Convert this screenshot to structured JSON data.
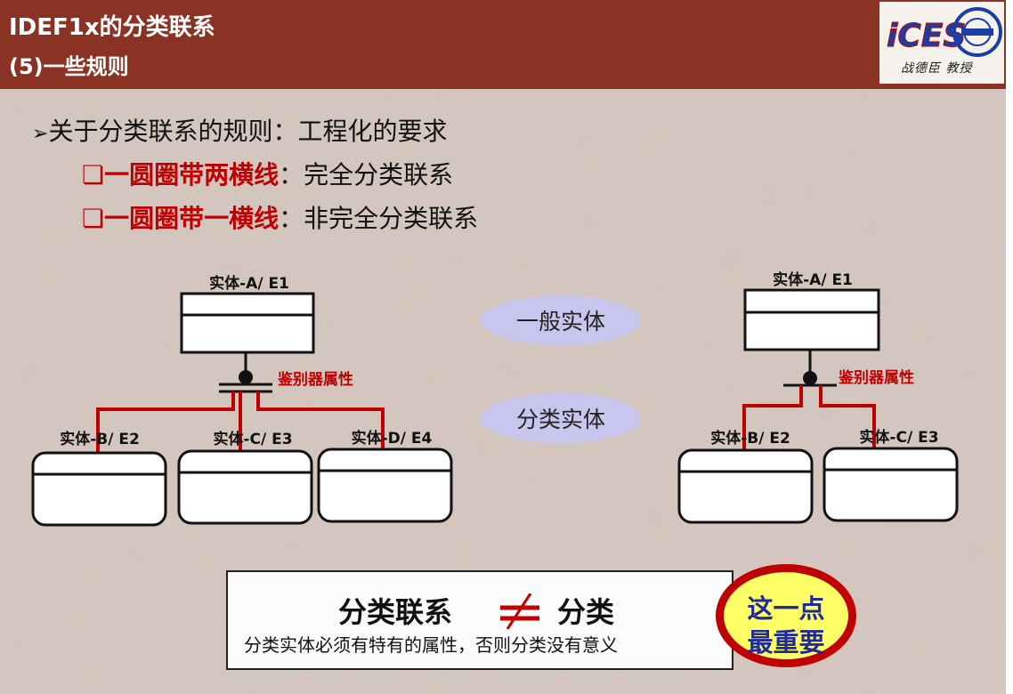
{
  "header": {
    "title_line1": "IDEF1x的分类联系",
    "title_line2": "(5)一些规则",
    "logo_text": "iCES",
    "author": "战德臣 教授"
  },
  "content": {
    "rule_intro": "关于分类联系的规则：工程化的要求",
    "rules": [
      {
        "bold": "一圆圈带两横线",
        "rest": "：完全分类联系"
      },
      {
        "bold": "一圆圈带一横线",
        "rest": "：非完全分类联系"
      }
    ]
  },
  "diagram": {
    "left": {
      "general_entity": "实体-A/ E1",
      "discriminator": "鉴别器属性",
      "categories": [
        "实体-B/ E2",
        "实体-C/ E3",
        "实体-D/ E4"
      ]
    },
    "right": {
      "general_entity": "实体-A/ E1",
      "discriminator": "鉴别器属性",
      "categories": [
        "实体-B/ E2",
        "实体-C/ E3"
      ]
    },
    "labels": {
      "general": "一般实体",
      "category": "分类实体"
    },
    "colors": {
      "connector": "#c00000",
      "ellipse": "#c8c6ee"
    }
  },
  "summary": {
    "left_term": "分类联系",
    "right_term": "分类",
    "note": "分类实体必须有特有的属性，否则分类没有意义",
    "badge_line1": "这一点",
    "badge_line2": "最重要"
  }
}
